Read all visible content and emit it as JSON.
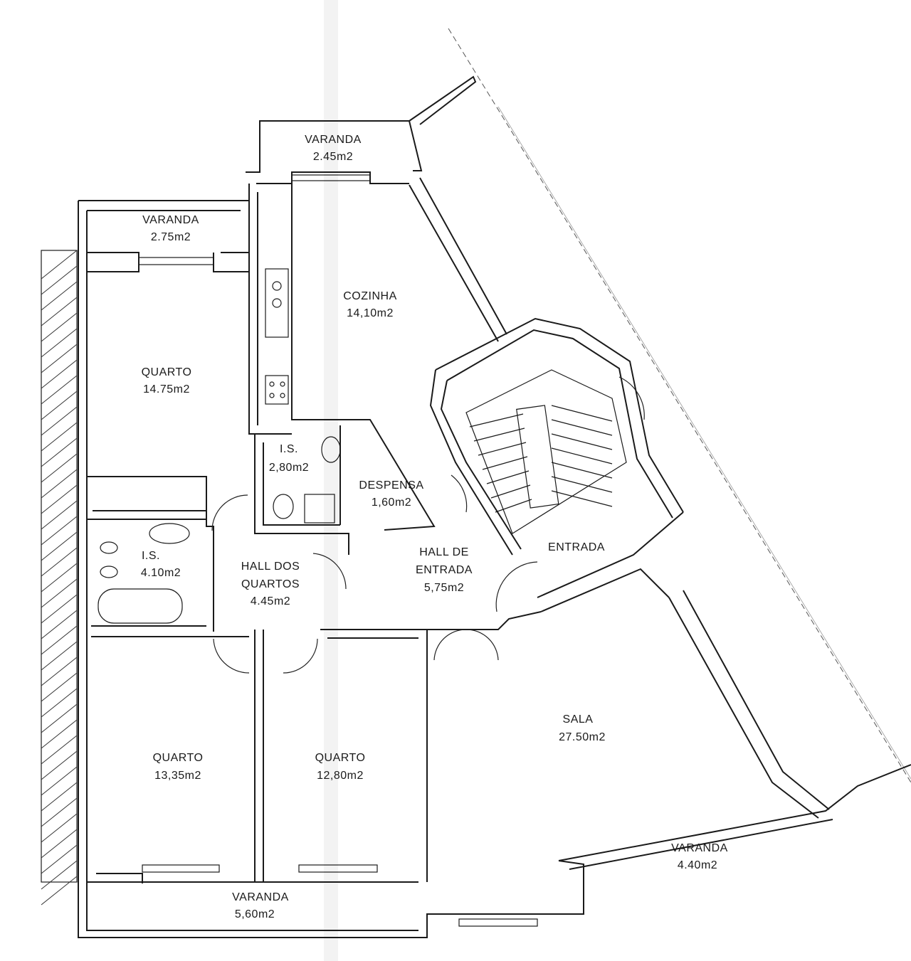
{
  "plan": {
    "rooms": [
      {
        "key": "varanda_top",
        "name": "VARANDA",
        "area": "2.45m2"
      },
      {
        "key": "varanda_left",
        "name": "VARANDA",
        "area": "2.75m2"
      },
      {
        "key": "cozinha",
        "name": "COZINHA",
        "area": "14,10m2"
      },
      {
        "key": "quarto_1",
        "name": "QUARTO",
        "area": "14.75m2"
      },
      {
        "key": "is_small",
        "name": "I.S.",
        "area": "2,80m2"
      },
      {
        "key": "despensa",
        "name": "DESPENSA",
        "area": "1,60m2"
      },
      {
        "key": "is_large",
        "name": "I.S.",
        "area": "4.10m2"
      },
      {
        "key": "hall_quartos",
        "name": "HALL DOS",
        "name2": "QUARTOS",
        "area": "4.45m2"
      },
      {
        "key": "hall_entrada",
        "name": "HALL DE",
        "name2": "ENTRADA",
        "area": "5,75m2"
      },
      {
        "key": "entrada",
        "name": "ENTRADA",
        "area": ""
      },
      {
        "key": "quarto_2",
        "name": "QUARTO",
        "area": "13,35m2"
      },
      {
        "key": "quarto_3",
        "name": "QUARTO",
        "area": "12,80m2"
      },
      {
        "key": "sala",
        "name": "SALA",
        "area": "27.50m2"
      },
      {
        "key": "varanda_bottom",
        "name": "VARANDA",
        "area": "5,60m2"
      },
      {
        "key": "varanda_right",
        "name": "VARANDA",
        "area": "4.40m2"
      }
    ]
  }
}
